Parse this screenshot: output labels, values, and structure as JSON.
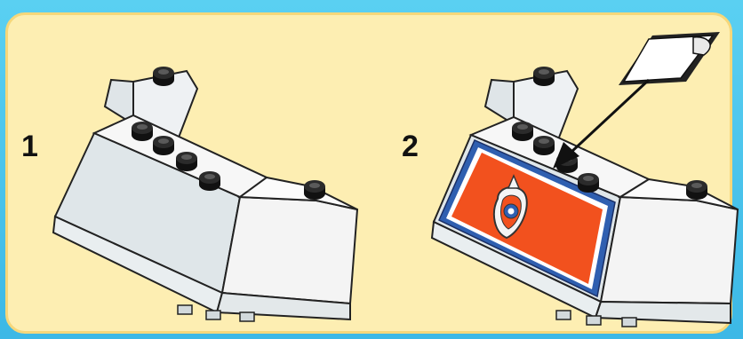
{
  "steps": [
    {
      "number": "1",
      "illustration": "windscreen-brick"
    },
    {
      "number": "2",
      "illustration": "windscreen-brick-with-sticker"
    }
  ],
  "colors": {
    "background": "#4fc6ec",
    "panel": "#fdeeb2",
    "panel_border": "#f6d77a",
    "brick": "#f4f4f4",
    "brick_shadow": "#d7dde0",
    "stud": "#1a1a1a",
    "sticker_orange": "#f2511e",
    "sticker_blue": "#2f5fb0"
  }
}
